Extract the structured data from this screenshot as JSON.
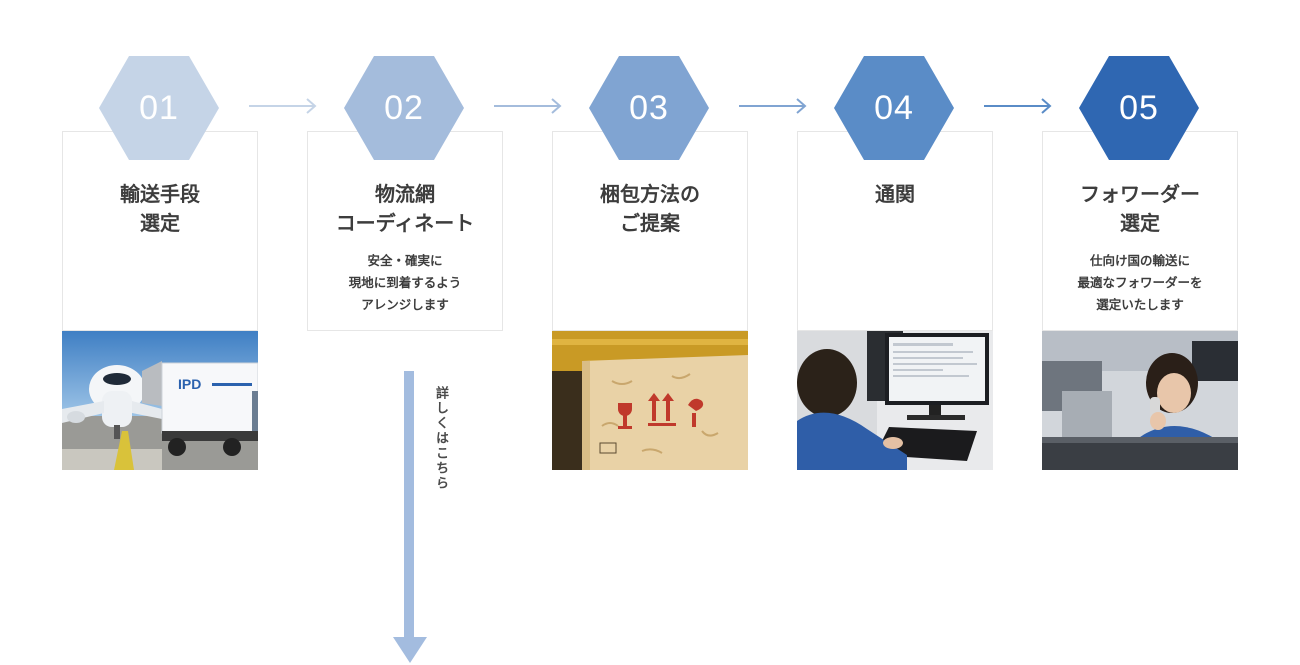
{
  "steps": [
    {
      "number": "01",
      "title": "輸送手段\n選定",
      "desc": "",
      "hex_color": "#c5d4e7"
    },
    {
      "number": "02",
      "title": "物流網\nコーディネート",
      "desc": "安全・確実に\n現地に到着するよう\nアレンジします",
      "hex_color": "#a4bcdc"
    },
    {
      "number": "03",
      "title": "梱包方法の\nご提案",
      "desc": "",
      "hex_color": "#80a4d2"
    },
    {
      "number": "04",
      "title": "通関",
      "desc": "",
      "hex_color": "#5a8cc7"
    },
    {
      "number": "05",
      "title": "フォワーダー\n選定",
      "desc": "仕向け国の輸送に\n最適なフォワーダーを\n選定いたします",
      "hex_color": "#2f67b2"
    }
  ],
  "arrow_colors": [
    "#c5d4e7",
    "#a4bcdc",
    "#80a4d2",
    "#5a8cc7"
  ],
  "detail_link": {
    "label": "詳しくはこちら",
    "color": "#a3bcdf"
  },
  "photos": {
    "step1": "airplane-and-truck-photo",
    "step3": "wooden-crate-photo",
    "step4": "customs-office-computer-photo",
    "step5": "forwarder-phone-call-photo"
  }
}
